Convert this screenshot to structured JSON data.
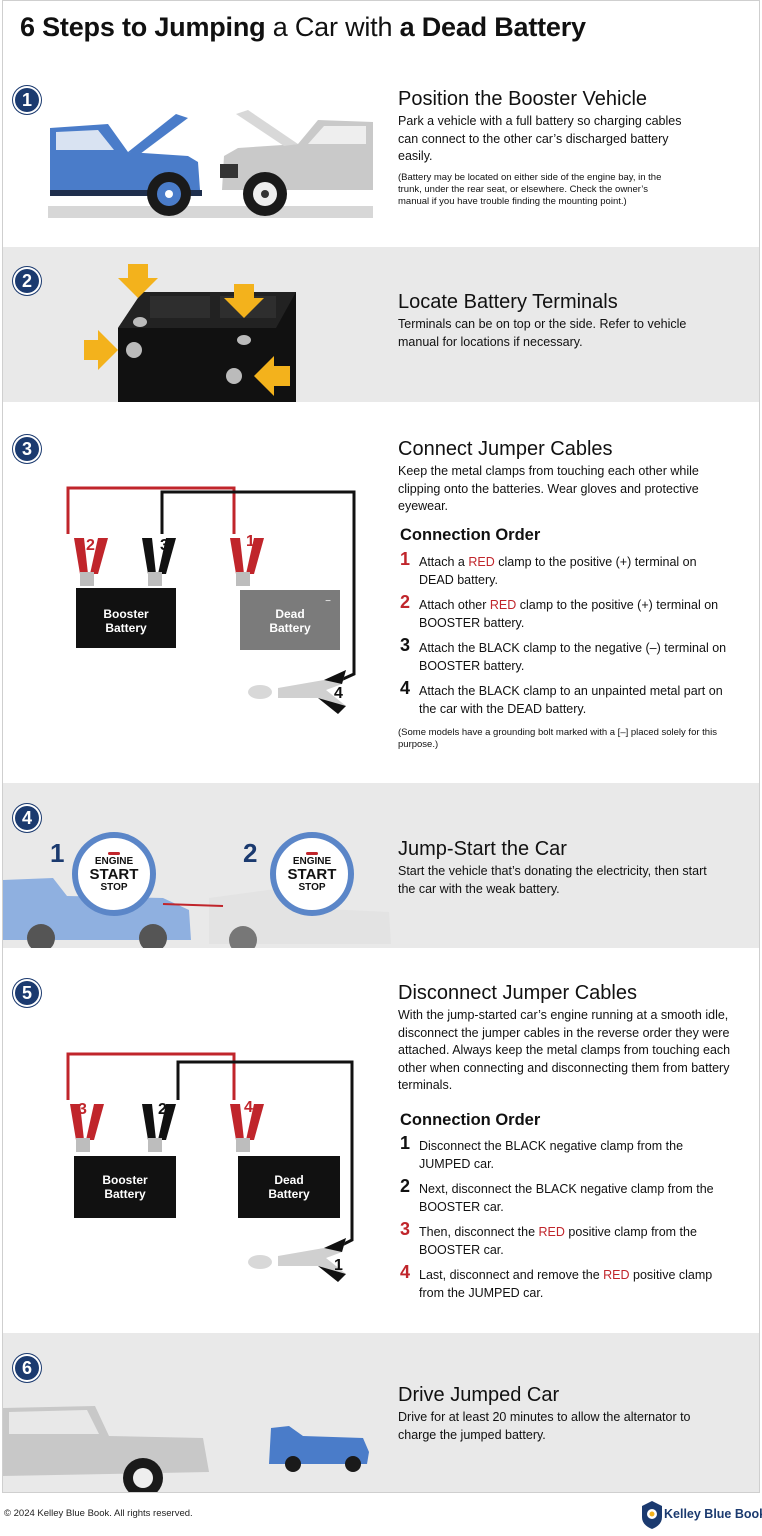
{
  "title": {
    "part1": "6 Steps to Jumping",
    "part2": " a Car with ",
    "part3": "a Dead Battery"
  },
  "steps": [
    {
      "number": "1",
      "title": "Position the Booster Vehicle",
      "body": "Park a vehicle with a full battery so charging cables can connect to the other car’s discharged battery easily.",
      "note": "(Battery may be located on either side of the engine bay, in the trunk, under the rear seat, or elsewhere. Check the owner’s manual if you have trouble finding the mounting point.)"
    },
    {
      "number": "2",
      "title": "Locate Battery Terminals",
      "body": "Terminals can be on top or the side. Refer to vehicle manual for locations if necessary."
    },
    {
      "number": "3",
      "title": "Connect Jumper Cables",
      "body": "Keep the metal clamps from touching each other while clipping onto the batteries. Wear gloves and protective eyewear.",
      "order_heading": "Connection Order",
      "order": [
        {
          "n": "1",
          "pre": "Attach a ",
          "color_word": "RED",
          "post": " clamp to the positive (+) terminal on DEAD battery.",
          "numcolor": "red"
        },
        {
          "n": "2",
          "pre": "Attach other ",
          "color_word": "RED",
          "post": " clamp to the positive (+) terminal on BOOSTER battery.",
          "numcolor": "red"
        },
        {
          "n": "3",
          "pre": "Attach the BLACK clamp to the negative (–) terminal on BOOSTER battery.",
          "color_word": "",
          "post": "",
          "numcolor": "blk"
        },
        {
          "n": "4",
          "pre": "Attach the BLACK clamp to an unpainted metal part on the car with the DEAD battery.",
          "color_word": "",
          "post": "",
          "numcolor": "blk"
        }
      ],
      "note": "(Some models have a grounding bolt marked with a [–] placed solely for this purpose.)",
      "diagram": {
        "booster_label": "Booster\nBattery",
        "dead_label": "Dead\nBattery",
        "clamps": [
          "2",
          "3",
          "1",
          "4"
        ]
      }
    },
    {
      "number": "4",
      "title": "Jump-Start the Car",
      "body": "Start the vehicle that’s donating the electricity, then start the car with the weak battery.",
      "buttons": [
        {
          "n": "1",
          "l1": "ENGINE",
          "l2": "START",
          "l3": "STOP"
        },
        {
          "n": "2",
          "l1": "ENGINE",
          "l2": "START",
          "l3": "STOP"
        }
      ]
    },
    {
      "number": "5",
      "title": "Disconnect Jumper Cables",
      "body": "With the jump-started car’s engine running at a smooth idle, disconnect the jumper cables in the reverse order they were attached. Always keep the metal clamps from touching each other when connecting and disconnecting them from battery terminals.",
      "order_heading": "Connection Order",
      "order": [
        {
          "n": "1",
          "pre": "Disconnect the BLACK negative clamp from the JUMPED car.",
          "color_word": "",
          "post": "",
          "numcolor": "blk"
        },
        {
          "n": "2",
          "pre": "Next, disconnect the BLACK negative clamp from the BOOSTER car.",
          "color_word": "",
          "post": "",
          "numcolor": "blk"
        },
        {
          "n": "3",
          "pre": "Then, disconnect the ",
          "color_word": "RED",
          "post": " positive clamp from the BOOSTER car.",
          "numcolor": "red"
        },
        {
          "n": "4",
          "pre": "Last, disconnect and remove the ",
          "color_word": "RED",
          "post": " positive clamp from the JUMPED car.",
          "numcolor": "red"
        }
      ],
      "diagram": {
        "booster_label": "Booster\nBattery",
        "dead_label": "Dead\nBattery",
        "clamps": [
          "3",
          "2",
          "4",
          "1"
        ]
      }
    },
    {
      "number": "6",
      "title": "Drive Jumped Car",
      "body": "Drive for at least 20 minutes to allow the alternator to charge the jumped battery."
    }
  ],
  "footer": "© 2024 Kelley Blue Book. All rights reserved.",
  "logo": "Kelley Blue Book",
  "colors": {
    "navy": "#1b3a6f",
    "red": "#c0252b",
    "yellow": "#f3b21c",
    "blue_car": "#4a7cc9",
    "gray_car": "#c8c8c8",
    "section_gray": "#e9e9e9"
  }
}
